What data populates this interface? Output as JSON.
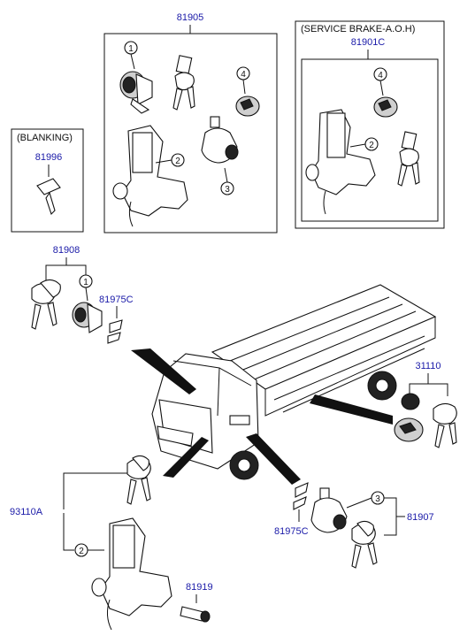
{
  "diagram": {
    "groups": {
      "g81905": {
        "part_no": "81905"
      },
      "g81901C": {
        "header": "(SERVICE BRAKE-A.O.H)",
        "part_no": "81901C"
      },
      "g81996": {
        "header": "(BLANKING)",
        "part_no": "81996"
      }
    },
    "labels": {
      "p81908": "81908",
      "p81975C_top": "81975C",
      "p31110": "31110",
      "p93110A": "93110A",
      "p81975C_bottom": "81975C",
      "p81907": "81907",
      "p81919": "81919"
    },
    "callouts": {
      "c1_top": "1",
      "c2_top": "2",
      "c3_top": "3",
      "c4_top": "4",
      "c4_right": "4",
      "c2_right": "2",
      "c1_mid": "1",
      "c2_bottom": "2",
      "c3_bottom": "3"
    },
    "colors": {
      "part_number": "#1a1aa8",
      "outline": "#111111",
      "background": "#ffffff"
    }
  }
}
